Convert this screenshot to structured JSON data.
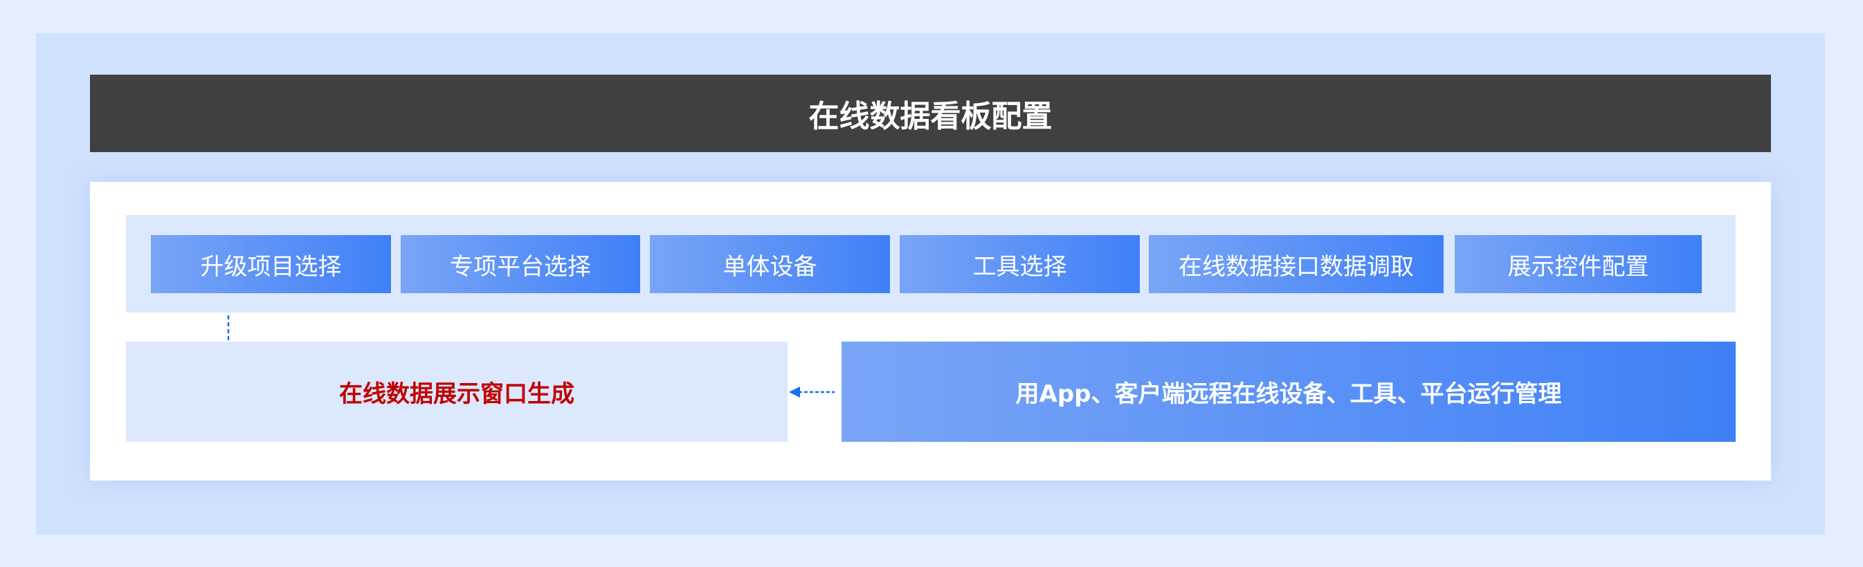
{
  "title": "在线数据看板配置",
  "steps": [
    "升级项目选择",
    "专项平台选择",
    "单体设备",
    "工具选择",
    "在线数据接口数据调取",
    "展示控件配置"
  ],
  "output_box": "在线数据展示窗口生成",
  "source_box": "用App、客户端远程在线设备、工具、平台运行管理",
  "colors": {
    "header": "#404040",
    "accent": "#3f80f7",
    "output_text": "#c00000"
  }
}
